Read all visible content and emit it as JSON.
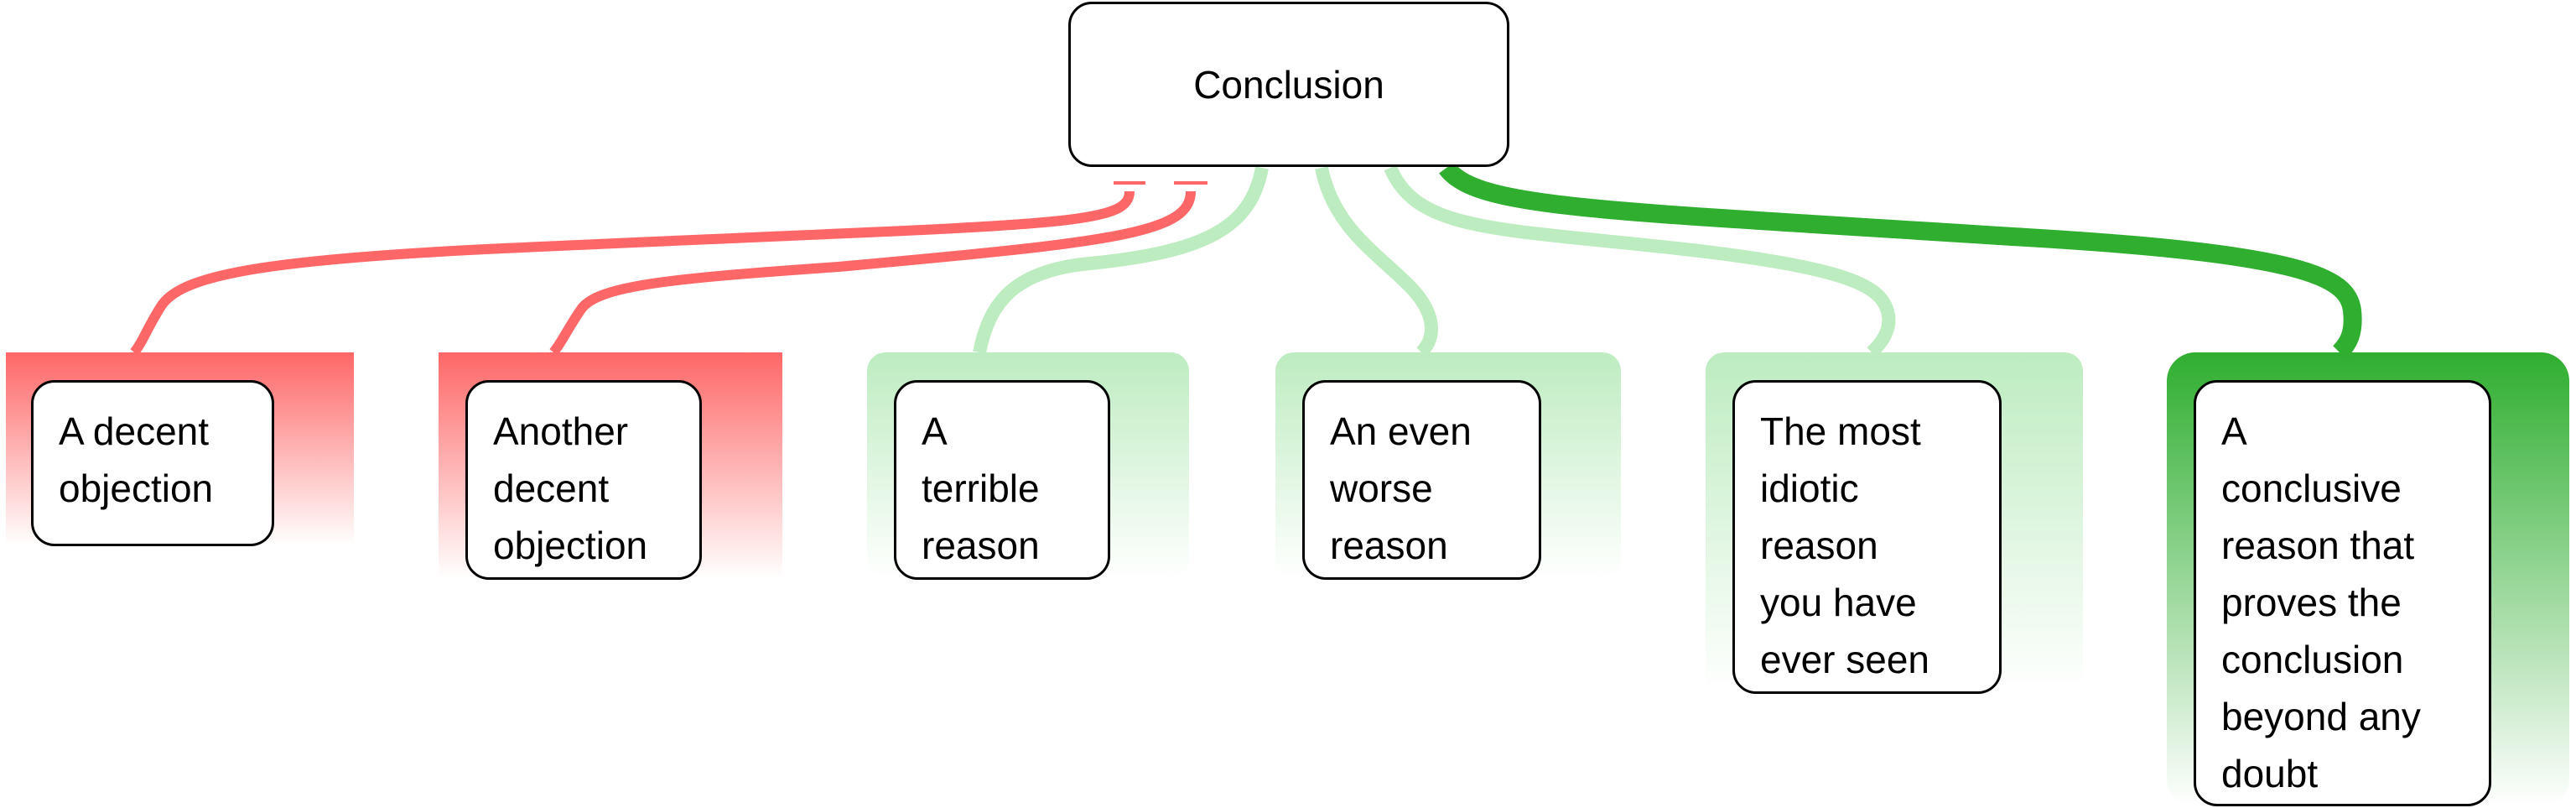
{
  "diagram": {
    "conclusion": {
      "label": "Conclusion"
    },
    "colors": {
      "objection": "#fe6767",
      "weak_reason": "#bdecc0",
      "strong_reason": "#2fae30"
    },
    "premises": [
      {
        "id": "p1",
        "kind": "objection",
        "text": "A decent\nobjection"
      },
      {
        "id": "p2",
        "kind": "objection",
        "text": "Another\ndecent\nobjection"
      },
      {
        "id": "p3",
        "kind": "weak_reason",
        "text": "A\nterrible\nreason"
      },
      {
        "id": "p4",
        "kind": "weak_reason",
        "text": "An even\nworse\nreason"
      },
      {
        "id": "p5",
        "kind": "weak_reason",
        "text": "The most\nidiotic\nreason\nyou have\never seen"
      },
      {
        "id": "p6",
        "kind": "strong_reason",
        "text": "A\nconclusive\nreason that\nproves the\nconclusion\nbeyond any\ndoubt"
      }
    ]
  }
}
